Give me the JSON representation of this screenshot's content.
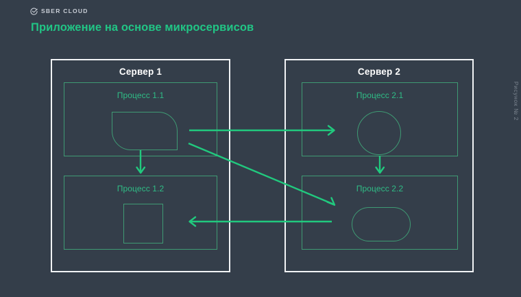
{
  "brand": {
    "mark_icon": "sber-cloud-circle-check-icon",
    "text": "SBER CLOUD"
  },
  "header": {
    "title": "Приложение на основе микросервисов"
  },
  "figure": {
    "caption": "Рисунок № 2"
  },
  "colors": {
    "background": "#343e4a",
    "accent_green": "#21c585",
    "arrow_green": "#21c97e",
    "shape_green": "#3f9b74",
    "frame_white": "#f2f4f6",
    "caption_gray": "#7b848f"
  },
  "diagram": {
    "servers": [
      {
        "id": "server-1",
        "title": "Сервер 1",
        "processes": [
          {
            "id": "proc-1-1",
            "title": "Процесс 1.1",
            "shape": "rounded-corner-rect"
          },
          {
            "id": "proc-1-2",
            "title": "Процесс 1.2",
            "shape": "square"
          }
        ]
      },
      {
        "id": "server-2",
        "title": "Сервер 2",
        "processes": [
          {
            "id": "proc-2-1",
            "title": "Процесс 2.1",
            "shape": "circle"
          },
          {
            "id": "proc-2-2",
            "title": "Процесс 2.2",
            "shape": "stadium"
          }
        ]
      }
    ],
    "connections": [
      {
        "id": "arrow-proc11-to-proc21",
        "from": "Процесс 1.1",
        "to": "Процесс 2.1",
        "direction": "right"
      },
      {
        "id": "arrow-proc11-to-proc22",
        "from": "Процесс 1.1",
        "to": "Процесс 2.2",
        "direction": "diagonal-down-right"
      },
      {
        "id": "arrow-proc11-to-proc12",
        "from": "Процесс 1.1",
        "to": "Процесс 1.2",
        "direction": "down"
      },
      {
        "id": "arrow-proc21-to-proc22",
        "from": "Процесс 2.1",
        "to": "Процесс 2.2",
        "direction": "down"
      },
      {
        "id": "arrow-proc22-to-proc12",
        "from": "Процесс 2.2",
        "to": "Процесс 1.2",
        "direction": "left"
      }
    ]
  }
}
